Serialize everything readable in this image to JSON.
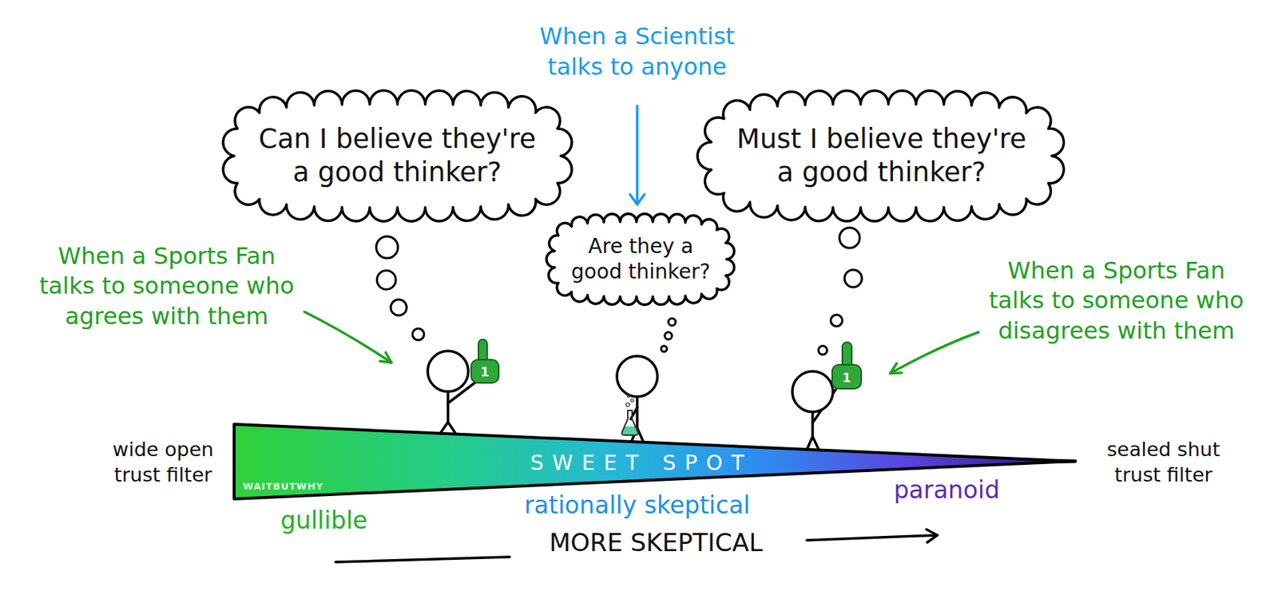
{
  "diagram": {
    "nodes": [
      {
        "text": [
          "Can I believe they're a good thinker?"
        ]
      },
      {
        "text": [
          "Must I believe they're a good thinker?"
        ]
      },
      {
        "text": [
          "Are they a good thinker?"
        ]
      }
    ],
    "labels": [
      "When a Scientist talks to anyone",
      "When a Sports Fan talks to someone who agrees with them",
      "When a Sports Fan talks to someone who disagrees with them",
      "1",
      "1",
      "wide open trust filter",
      "SWEET SPOT",
      "WAITBUTWHY",
      "sealed shut trust filter",
      "gullible",
      "rationally skeptical",
      "paranoid",
      "MORE SKEPTICAL"
    ]
  }
}
